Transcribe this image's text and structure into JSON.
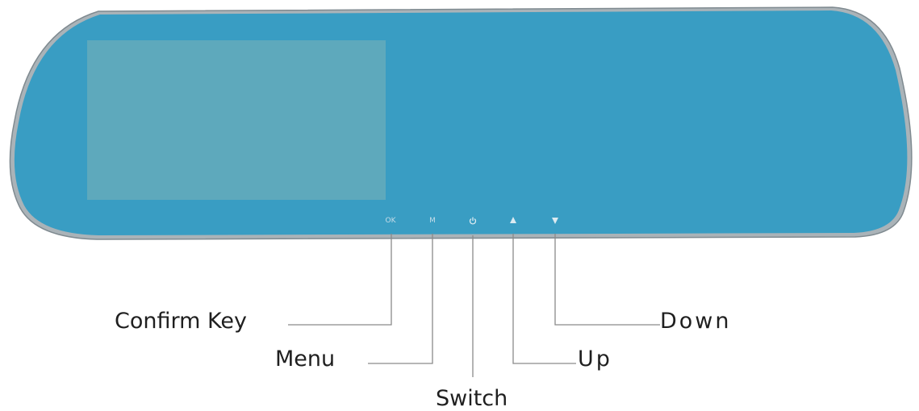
{
  "buttons": {
    "ok": "OK",
    "menu": "M",
    "power_icon": "power-icon",
    "up_icon": "triangle-up-icon",
    "down_icon": "triangle-down-icon"
  },
  "labels": {
    "confirm_key": "Confirm Key",
    "menu": "Menu",
    "switch": "Switch",
    "up": "Up",
    "down": "Down"
  },
  "colors": {
    "mirror_face": "#3a9cc2",
    "frame": "#9aa6ad",
    "screen": "#5ba6bb"
  }
}
